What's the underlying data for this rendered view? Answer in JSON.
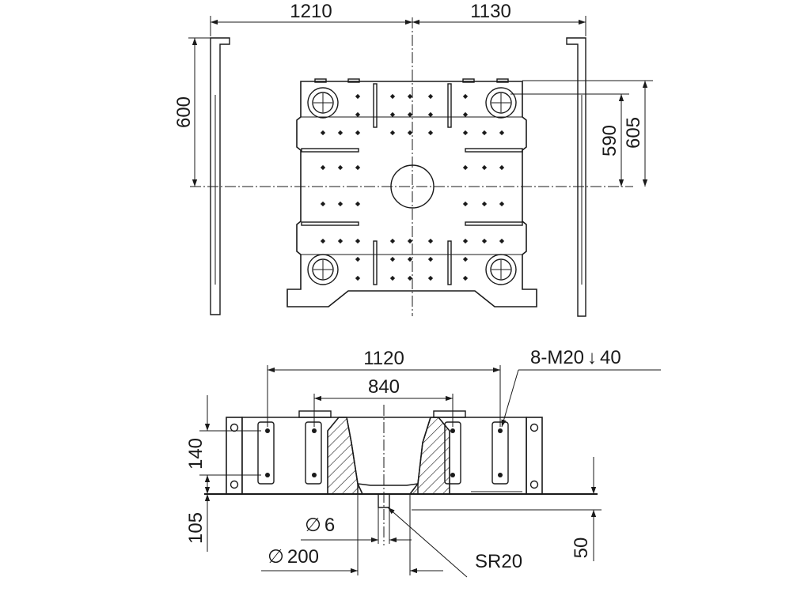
{
  "top_view": {
    "dim_left_width": "1210",
    "dim_right_width": "1130",
    "dim_left_height": "600",
    "dim_bolt_circle": "590",
    "dim_plate_height": "605"
  },
  "side_view": {
    "dim_bolt_span": "1120",
    "dim_inner_span": "840",
    "thread_callout": "8-M20",
    "thread_depth": "40",
    "dim_slot_height": "140",
    "dim_base_height": "105",
    "dim_pin_dia": "6",
    "dim_bore_dia": "200",
    "dim_sphere_radius": "SR20",
    "dim_recess_depth": "50"
  },
  "symbols": {
    "diameter": "∅",
    "depth_arrow": "↓"
  }
}
